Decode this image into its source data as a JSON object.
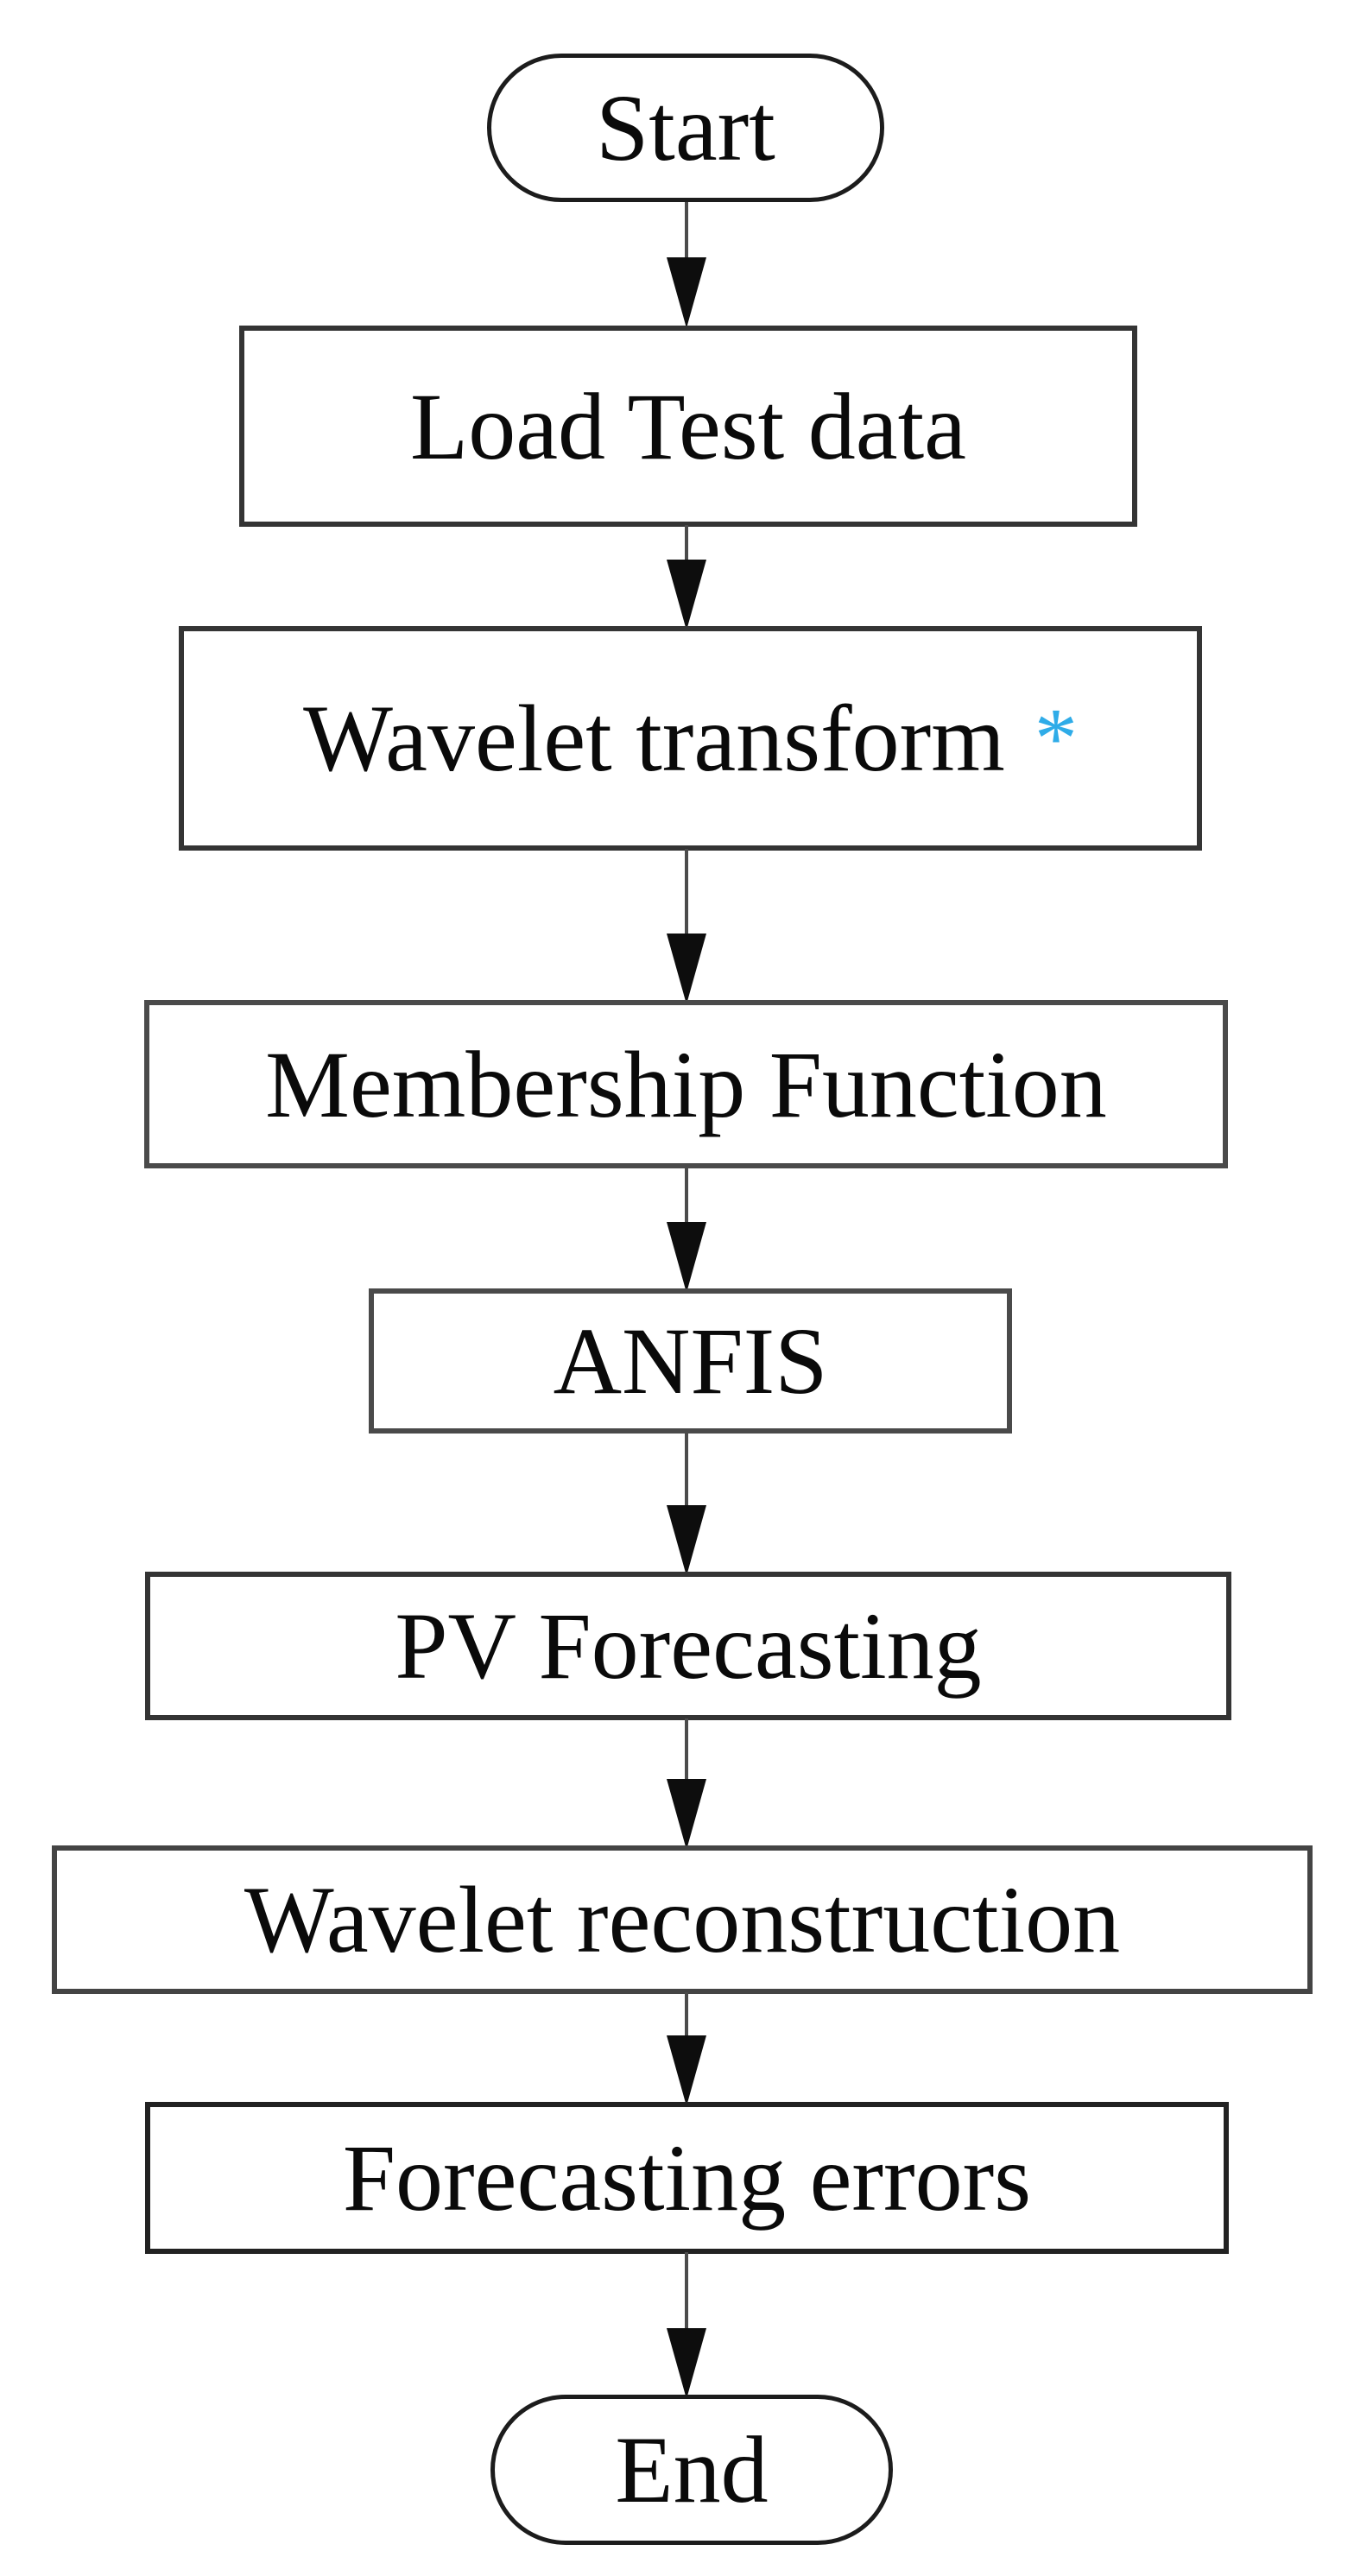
{
  "diagram": {
    "type": "flowchart",
    "direction": "top-down",
    "background_color": "#ffffff",
    "node_border_color": "#343434",
    "arrow_color": "#0d0d0d",
    "accent_color": "#2FACE8",
    "nodes": [
      {
        "id": "start",
        "type": "terminator",
        "label": "Start"
      },
      {
        "id": "load-test-data",
        "type": "process",
        "label": "Load Test data"
      },
      {
        "id": "wavelet-transform",
        "type": "process",
        "label": "Wavelet transform",
        "annotation": "*",
        "annotation_color": "#2FACE8"
      },
      {
        "id": "membership-function",
        "type": "process",
        "label": "Membership Function"
      },
      {
        "id": "anfis",
        "type": "process",
        "label": "ANFIS"
      },
      {
        "id": "pv-forecasting",
        "type": "process",
        "label": "PV Forecasting"
      },
      {
        "id": "wavelet-reconstruction",
        "type": "process",
        "label": "Wavelet reconstruction"
      },
      {
        "id": "forecasting-errors",
        "type": "process",
        "label": "Forecasting errors"
      },
      {
        "id": "end",
        "type": "terminator",
        "label": "End"
      }
    ],
    "edges": [
      {
        "from": "start",
        "to": "load-test-data"
      },
      {
        "from": "load-test-data",
        "to": "wavelet-transform"
      },
      {
        "from": "wavelet-transform",
        "to": "membership-function"
      },
      {
        "from": "membership-function",
        "to": "anfis"
      },
      {
        "from": "anfis",
        "to": "pv-forecasting"
      },
      {
        "from": "pv-forecasting",
        "to": "wavelet-reconstruction"
      },
      {
        "from": "wavelet-reconstruction",
        "to": "forecasting-errors"
      },
      {
        "from": "forecasting-errors",
        "to": "end"
      }
    ]
  }
}
